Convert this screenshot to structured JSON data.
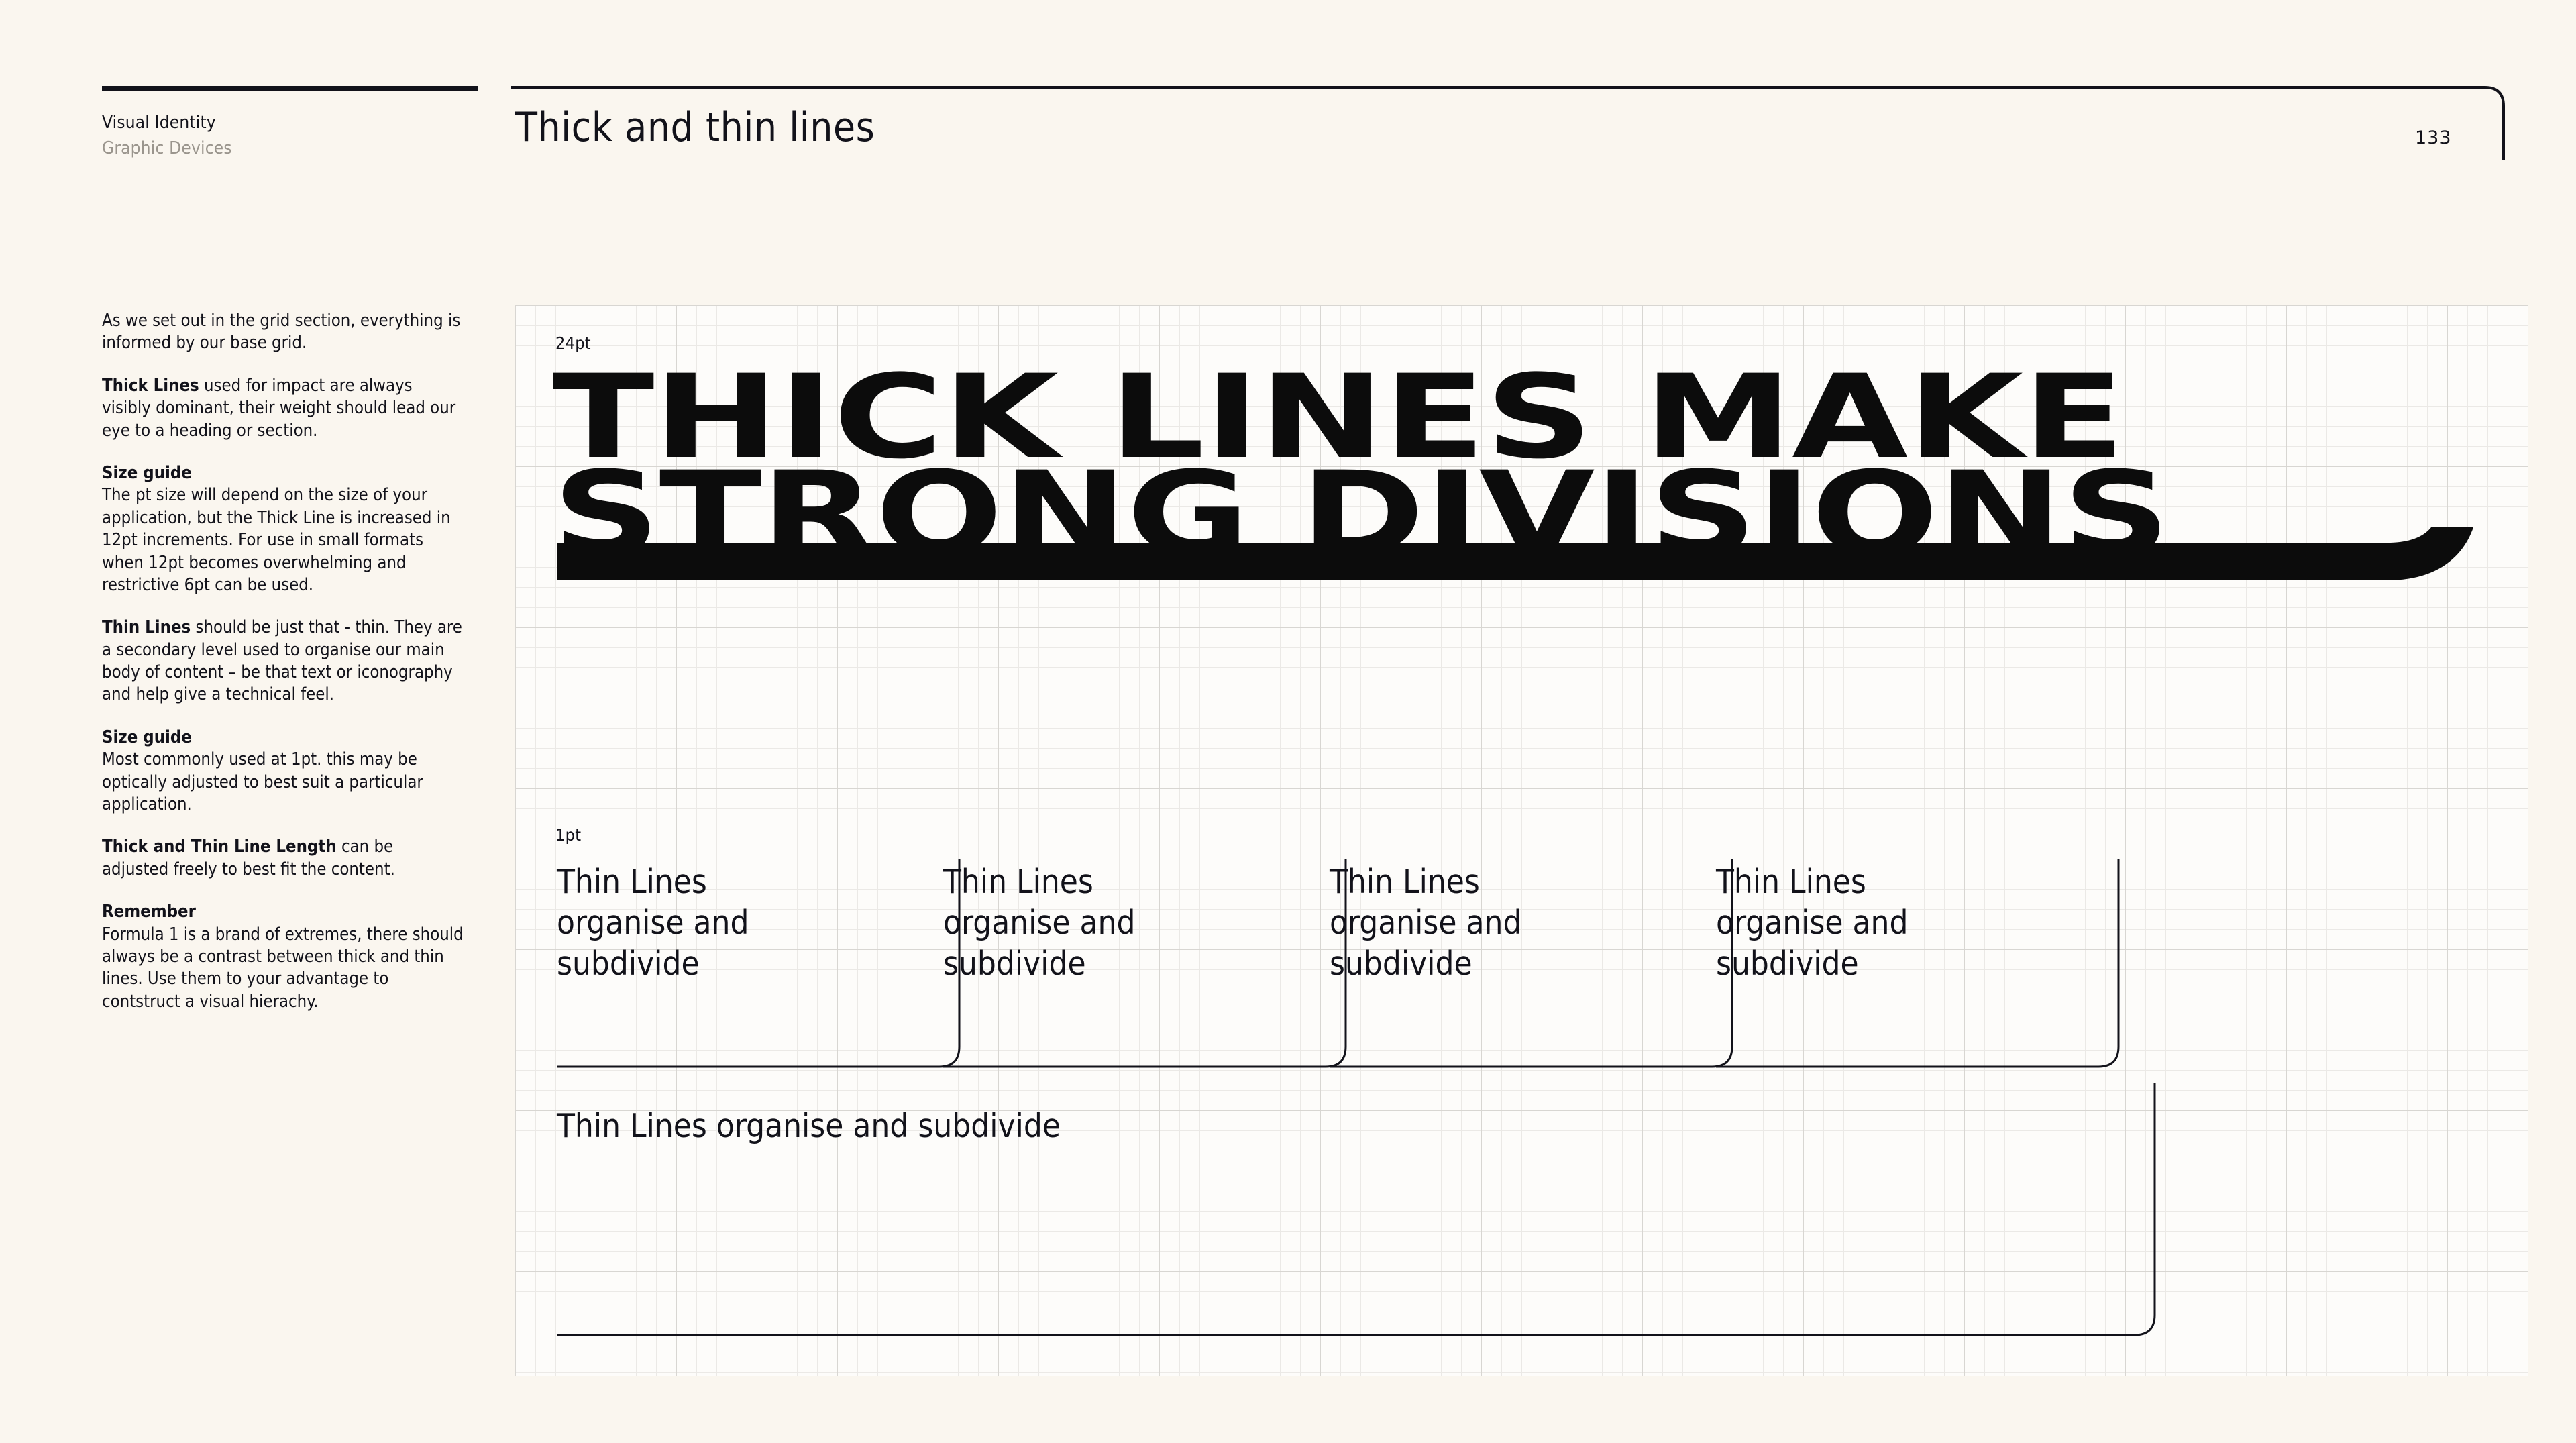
{
  "header": {
    "eyebrow_top": "Visual Identity",
    "eyebrow_sub": "Graphic Devices",
    "title": "Thick and thin lines",
    "page_number": "133"
  },
  "sidebar": {
    "intro": "As we set out in the grid section, everything is informed by our base grid.",
    "thick_lines_label": "Thick Lines",
    "thick_lines_body": " used for impact are always visibly dominant, their weight should lead our eye to a heading or section.",
    "size_guide_1_heading": "Size guide",
    "size_guide_1_body": "The pt size will depend on the size of your application, but the Thick Line is increased in 12pt increments. For use in small formats when 12pt becomes overwhelming and restrictive 6pt can be used.",
    "thin_lines_label": "Thin Lines",
    "thin_lines_body": " should be just that - thin. They are a secondary level used to organise our main body of content – be that text or iconography and help give a technical feel.",
    "size_guide_2_heading": "Size guide",
    "size_guide_2_body": "Most commonly used at 1pt. this may be optically adjusted to best suit a particular application.",
    "line_length_label": "Thick and Thin Line Length",
    "line_length_body": " can be adjusted freely to best fit the content.",
    "remember_heading": "Remember",
    "remember_body": "Formula 1 is a brand of extremes, there should always be a contrast between thick and thin lines. Use them to your advantage to contstruct a visual hierachy."
  },
  "canvas": {
    "thick_label": "24pt",
    "thin_label": "1pt",
    "headline_line1": "THICK LINES MAKE",
    "headline_line2": "STRONG DIVISIONS",
    "columns": [
      {
        "text": "Thin Lines\norganise and\nsubdivide"
      },
      {
        "text": "Thin Lines\norganise and\nsubdivide"
      },
      {
        "text": "Thin Lines\norganise and\nsubdivide"
      },
      {
        "text": "Thin Lines\norganise and\nsubdivide"
      }
    ],
    "single_line_text": "Thin Lines organise and subdivide"
  },
  "colors": {
    "page_background": "#faf6ef",
    "canvas_background": "#fdfcfa",
    "ink": "#12121a",
    "muted": "#9a958d",
    "grid_minor": "#ebe9e6",
    "grid_major": "#d8d6d2"
  }
}
